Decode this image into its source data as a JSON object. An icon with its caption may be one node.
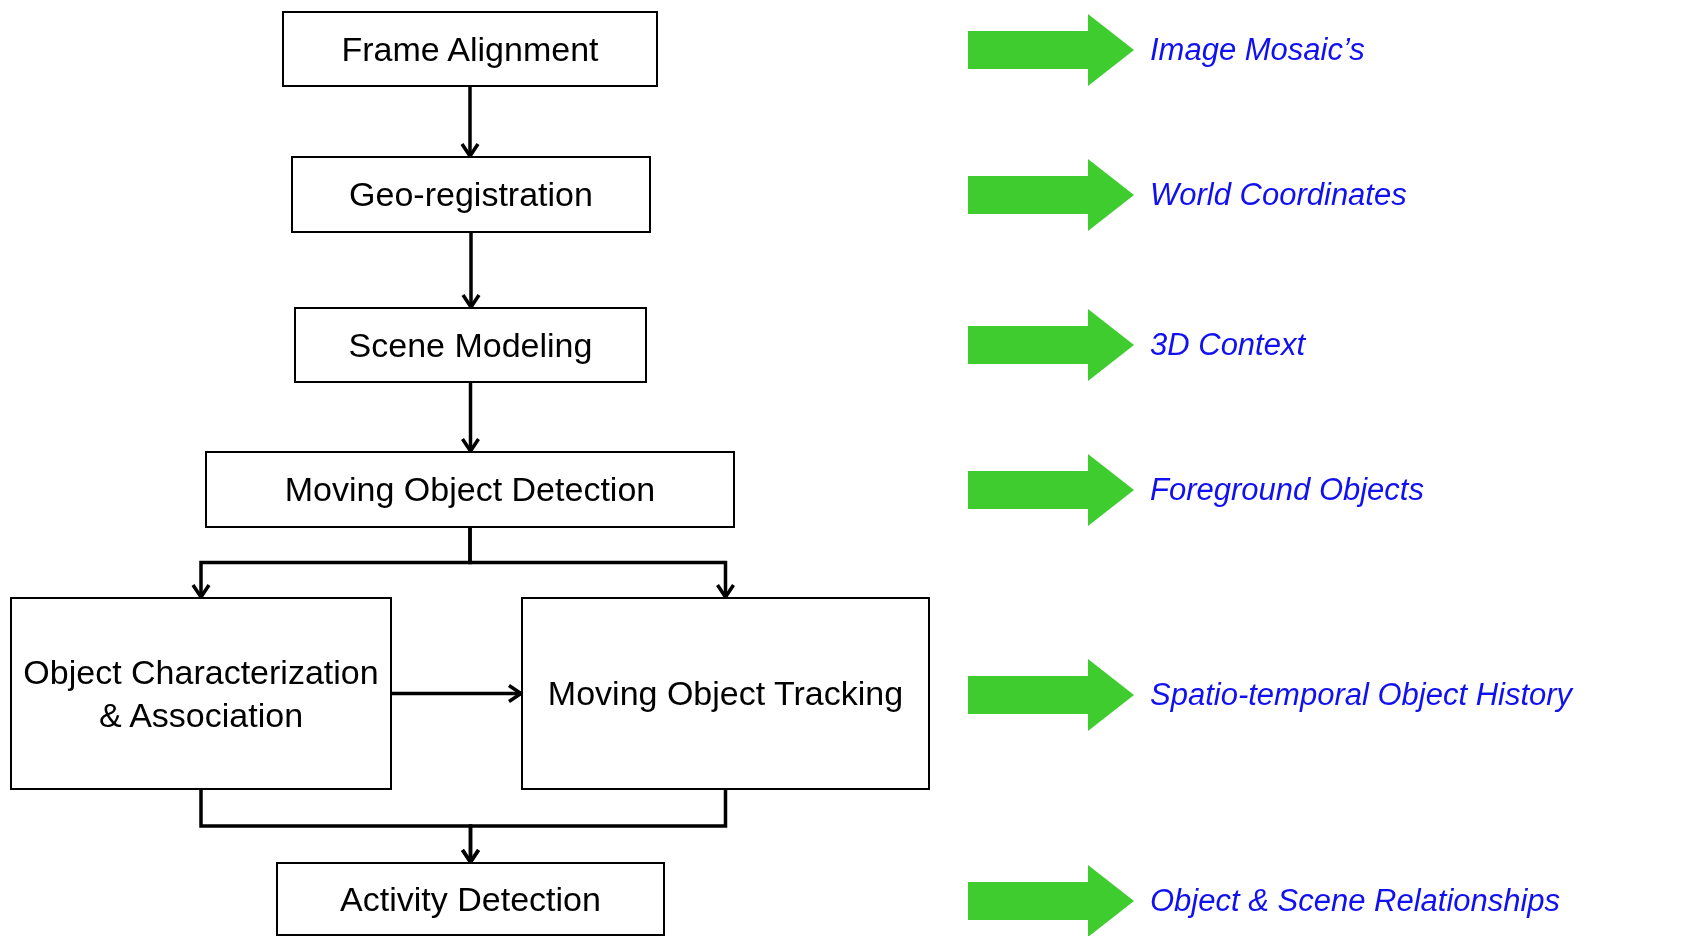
{
  "diagram": {
    "nodes": [
      {
        "text": [
          "Frame Alignment"
        ]
      },
      {
        "text": [
          "Geo-registration"
        ]
      },
      {
        "text": [
          "Scene Modeling"
        ]
      },
      {
        "text": [
          "Moving Object Detection"
        ]
      },
      {
        "text": [
          "Object Characterization & Association"
        ]
      },
      {
        "text": [
          "Moving Object Tracking"
        ]
      },
      {
        "text": [
          "Activity Detection"
        ]
      },
      {
        "text": [
          "Image Mosaic’s"
        ]
      },
      {
        "text": [
          "World Coordinates"
        ]
      },
      {
        "text": [
          "3D Context"
        ]
      },
      {
        "text": [
          "Foreground Objects"
        ]
      },
      {
        "text": [
          "Spatio-temporal Object History"
        ]
      },
      {
        "text": [
          "Object & Scene Relationships"
        ]
      }
    ],
    "edges": [
      {
        "from": 0,
        "to": 1,
        "arrow": "to"
      },
      {
        "from": 1,
        "to": 2,
        "arrow": "to"
      },
      {
        "from": 2,
        "to": 3,
        "arrow": "to"
      },
      {
        "from": 3,
        "to": 4,
        "arrow": "to"
      },
      {
        "from": 3,
        "to": 5,
        "arrow": "to"
      },
      {
        "from": 4,
        "to": 5,
        "arrow": "to"
      },
      {
        "from": 4,
        "to": 6,
        "arrow": "to"
      },
      {
        "from": 5,
        "to": 6,
        "arrow": "to"
      },
      {
        "from": null,
        "to": 7,
        "arrow": "to",
        "style": "thick",
        "color": "#3ecc2e"
      },
      {
        "from": null,
        "to": 8,
        "arrow": "to",
        "style": "thick",
        "color": "#3ecc2e"
      },
      {
        "from": null,
        "to": 9,
        "arrow": "to",
        "style": "thick",
        "color": "#3ecc2e"
      },
      {
        "from": null,
        "to": 10,
        "arrow": "to",
        "style": "thick",
        "color": "#3ecc2e"
      },
      {
        "from": null,
        "to": 11,
        "arrow": "to",
        "style": "thick",
        "color": "#3ecc2e"
      },
      {
        "from": null,
        "to": 12,
        "arrow": "to",
        "style": "thick",
        "color": "#3ecc2e"
      }
    ]
  }
}
